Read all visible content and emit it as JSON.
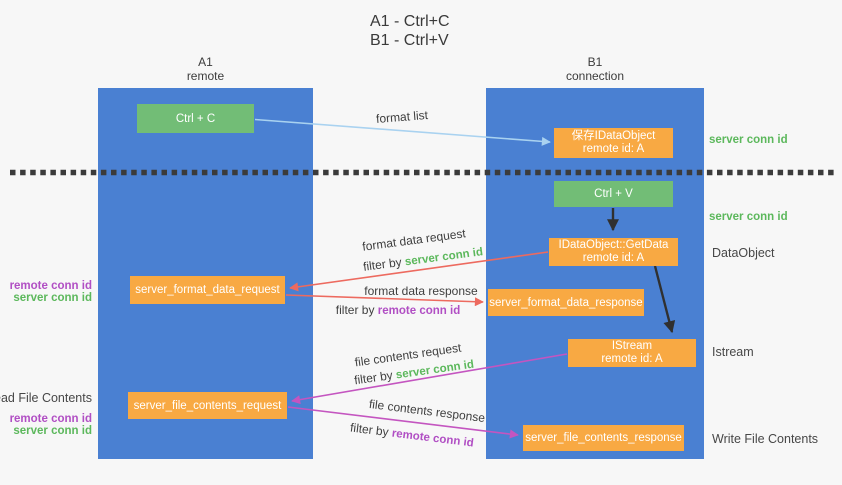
{
  "title": {
    "line1": "A1 - Ctrl+C",
    "line2": "B1 - Ctrl+V"
  },
  "columns": {
    "a": {
      "name": "A1",
      "subtitle": "remote"
    },
    "b": {
      "name": "B1",
      "subtitle": "connection"
    }
  },
  "nodes": {
    "ctrl_c": {
      "label": "Ctrl + C"
    },
    "save_idataobject": {
      "line1": "保存IDataObject",
      "line2": "remote id: A"
    },
    "ctrl_v": {
      "label": "Ctrl + V"
    },
    "idataobject_getdata": {
      "line1": "IDataObject::GetData",
      "line2": "remote id: A"
    },
    "server_format_data_request": {
      "label": "server_format_data_request"
    },
    "server_format_data_response": {
      "label": "server_format_data_response"
    },
    "istream": {
      "line1": "IStream",
      "line2": "remote id: A"
    },
    "server_file_contents_request": {
      "label": "server_file_contents_request"
    },
    "server_file_contents_response": {
      "label": "server_file_contents_response"
    }
  },
  "arrow_labels": {
    "format_list": "format list",
    "format_data_request": "format data request",
    "format_data_response": "format data response",
    "file_contents_request": "file contents request",
    "file_contents_response": "file contents response",
    "filter_by": "filter by "
  },
  "annotations": {
    "server_conn_id": "server conn id",
    "remote_conn_id": "remote conn id",
    "dataobject": "DataObject",
    "istream": "Istream",
    "read_file_contents": "Read File Contents",
    "write_file_contents": "Write File Contents"
  },
  "colors": {
    "column_blue": "#4a80d2",
    "node_orange": "#f8a943",
    "node_green": "#72bd76",
    "arrow_light_blue": "#a9d2f0",
    "arrow_salmon": "#ed6a5f",
    "arrow_magenta": "#c455c0",
    "arrow_black": "#303030",
    "tag_green": "#5cb85c",
    "tag_purple": "#b14fc4",
    "background": "#f7f7f7"
  }
}
